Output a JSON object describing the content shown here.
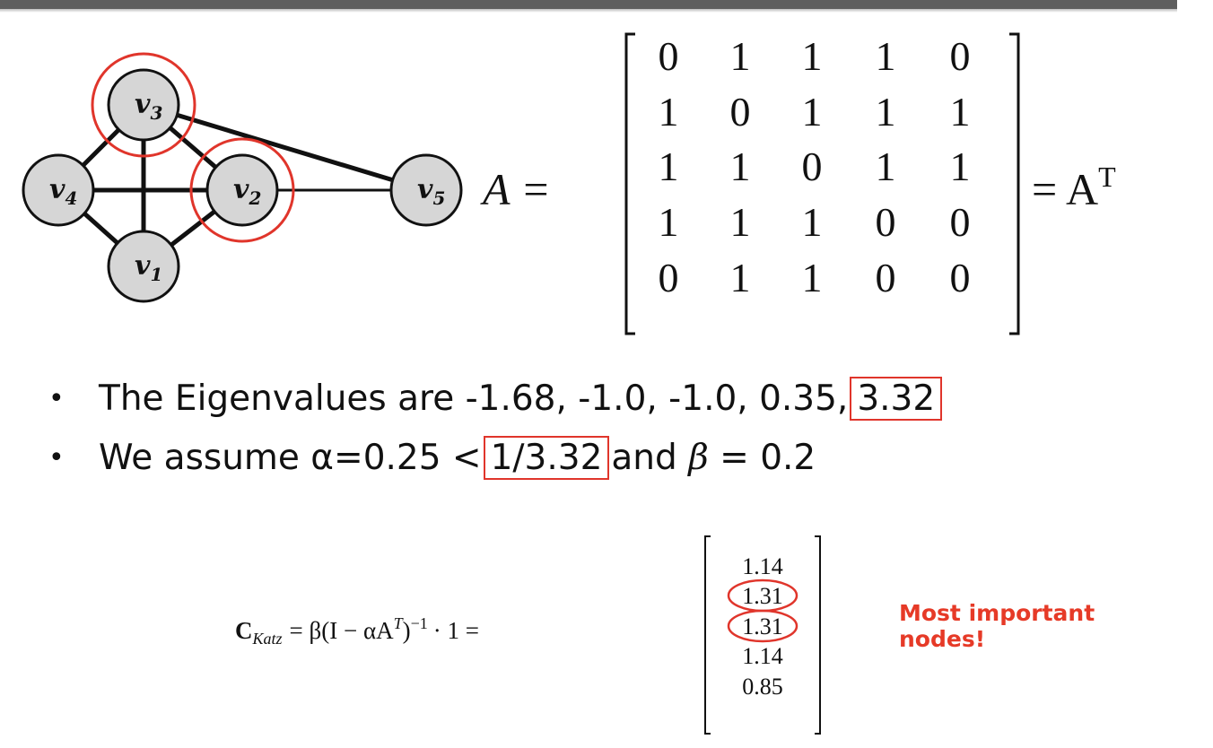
{
  "graph": {
    "nodes": [
      {
        "id": "v3",
        "base": "v",
        "sub": "3",
        "highlighted": true
      },
      {
        "id": "v4",
        "base": "v",
        "sub": "4",
        "highlighted": false
      },
      {
        "id": "v2",
        "base": "v",
        "sub": "2",
        "highlighted": true
      },
      {
        "id": "v5",
        "base": "v",
        "sub": "5",
        "highlighted": false
      },
      {
        "id": "v1",
        "base": "v",
        "sub": "1",
        "highlighted": false
      }
    ],
    "edges": [
      [
        "v3",
        "v4"
      ],
      [
        "v3",
        "v2"
      ],
      [
        "v3",
        "v1"
      ],
      [
        "v3",
        "v5"
      ],
      [
        "v4",
        "v2"
      ],
      [
        "v4",
        "v1"
      ],
      [
        "v2",
        "v1"
      ],
      [
        "v2",
        "v5"
      ]
    ],
    "node_fill": "#d6d6d6",
    "highlight_color": "#e0352b"
  },
  "adjacency": {
    "lhs": "A =",
    "rhs_base": "= A",
    "rhs_sup": "T",
    "rows": [
      [
        "0",
        "1",
        "1",
        "1",
        "0"
      ],
      [
        "1",
        "0",
        "1",
        "1",
        "1"
      ],
      [
        "1",
        "1",
        "0",
        "1",
        "1"
      ],
      [
        "1",
        "1",
        "1",
        "0",
        "0"
      ],
      [
        "0",
        "1",
        "1",
        "0",
        "0"
      ]
    ]
  },
  "bullets": {
    "b1": {
      "pre": "The Eigenvalues are -1.68, -1.0, -1.0, 0.35,",
      "boxed": "3.32"
    },
    "b2": {
      "pre": "We assume α=0.25 <",
      "boxed": "1/3.32",
      "mid": "and",
      "beta": "β",
      "eq": "= 0.2"
    }
  },
  "katz": {
    "C": "C",
    "sub": "Katz",
    "expr": "= β(I − αA",
    "sup_T": "T",
    "close": ")",
    "sup_inv": "−1",
    "dot": "· 1 =",
    "values": [
      "1.14",
      "1.31",
      "1.31",
      "1.14",
      "0.85"
    ],
    "circled": [
      false,
      true,
      true,
      false,
      false
    ]
  },
  "note": {
    "text": "Most important nodes!",
    "color": "#e63a27"
  }
}
